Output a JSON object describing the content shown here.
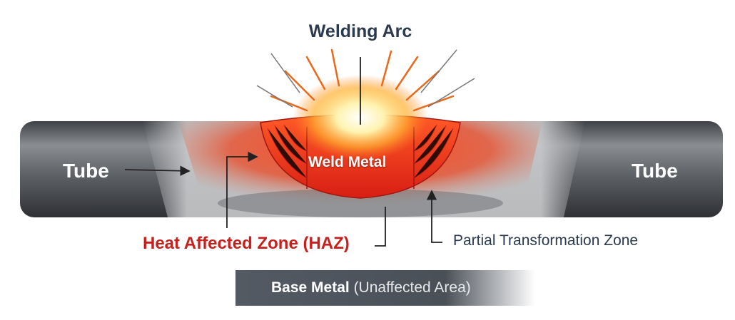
{
  "title": "Welding Arc",
  "labels": {
    "tube_left": "Tube",
    "tube_right": "Tube",
    "weld_metal": "Weld Metal",
    "haz": "Heat Affected Zone (HAZ)",
    "partial_zone": "Partial Transformation Zone",
    "base_metal": "Base Metal",
    "base_metal_note": "(Unaffected Area)"
  },
  "colors": {
    "haz_text": "#c8201d",
    "label_text": "#2b3a4e",
    "tube": "#5a5d62",
    "weld": "#e8321e"
  }
}
